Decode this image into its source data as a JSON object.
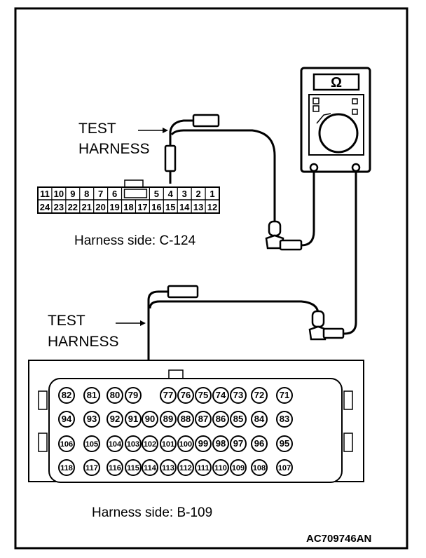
{
  "meter": {
    "symbol": "Ω"
  },
  "test_harness_top": {
    "line1": "TEST",
    "line2": "HARNESS"
  },
  "test_harness_bottom": {
    "line1": "TEST",
    "line2": "HARNESS"
  },
  "connector_c124": {
    "top_row": [
      "11",
      "10",
      "9",
      "8",
      "7",
      "6",
      "",
      "5",
      "4",
      "3",
      "2",
      "1"
    ],
    "bottom_row": [
      "24",
      "23",
      "22",
      "21",
      "20",
      "19",
      "18",
      "17",
      "16",
      "15",
      "14",
      "13",
      "12"
    ],
    "caption": "Harness side: C-124"
  },
  "connector_b109": {
    "rows": [
      [
        "82",
        "81",
        "80",
        "79",
        "",
        "77",
        "76",
        "75",
        "74",
        "73",
        "72",
        "71"
      ],
      [
        "94",
        "93",
        "92",
        "91",
        "90",
        "89",
        "88",
        "87",
        "86",
        "85",
        "84",
        "83"
      ],
      [
        "106",
        "105",
        "104",
        "103",
        "102",
        "101",
        "100",
        "99",
        "98",
        "97",
        "96",
        "95"
      ],
      [
        "118",
        "117",
        "116",
        "115",
        "114",
        "113",
        "112",
        "111",
        "110",
        "109",
        "108",
        "107"
      ]
    ],
    "caption": "Harness side: B-109"
  },
  "figure_code": "AC709746AN"
}
